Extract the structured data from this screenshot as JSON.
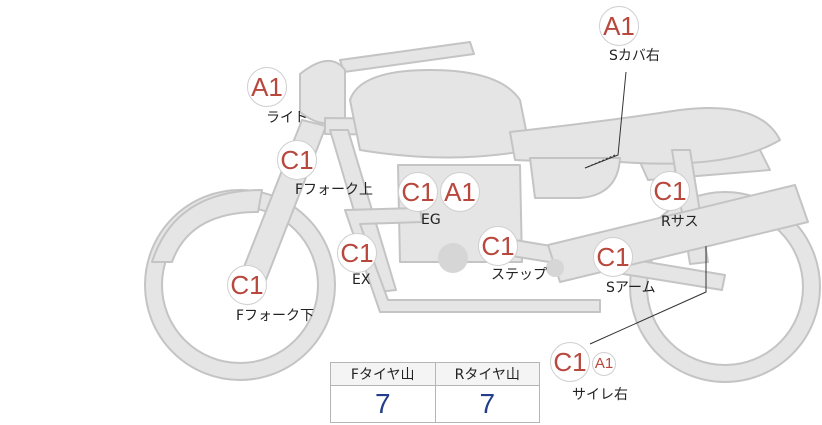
{
  "parts": {
    "light": {
      "grades": [
        "A1"
      ],
      "label": "ライト"
    },
    "f_fork_upper": {
      "grades": [
        "C1"
      ],
      "label": "Fフォーク上"
    },
    "f_fork_lower": {
      "grades": [
        "C1"
      ],
      "label": "Fフォーク下"
    },
    "engine": {
      "grades": [
        "C1",
        "A1"
      ],
      "label": "EG"
    },
    "exhaust": {
      "grades": [
        "C1"
      ],
      "label": "EX"
    },
    "step": {
      "grades": [
        "C1"
      ],
      "label": "ステップ"
    },
    "swingarm": {
      "grades": [
        "C1"
      ],
      "label": "Sアーム"
    },
    "rear_sus": {
      "grades": [
        "C1"
      ],
      "label": "Rサス"
    },
    "side_cover_right": {
      "grades": [
        "A1"
      ],
      "label": "Sカバ右"
    },
    "muffler_right": {
      "grades": [
        "C1",
        "A1"
      ],
      "label": "サイレ右"
    }
  },
  "tread": {
    "front_header": "Fタイヤ山",
    "rear_header": "Rタイヤ山",
    "front_value": "7",
    "rear_value": "7"
  },
  "colors": {
    "grade_text": "#b8483d",
    "tread_value": "#233d8a",
    "bike_fill": "#e4e5e4",
    "bike_stroke": "#c4c4c4"
  }
}
